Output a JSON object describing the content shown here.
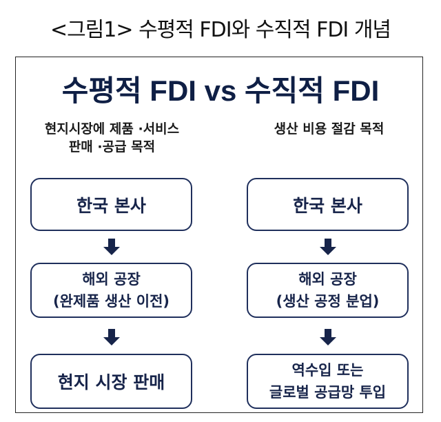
{
  "caption": "<그림1> 수평적 FDI와 수직적 FDI 개념",
  "title": "수평적 FDI vs 수직적 FDI",
  "horizontal": {
    "purpose_line1": "현지시장에 제품 ·서비스",
    "purpose_line2": "판매 ·공급 목적",
    "step1": "한국 본사",
    "step2_line1": "해외 공장",
    "step2_line2": "(완제품 생산 이전)",
    "step3": "현지 시장 판매"
  },
  "vertical": {
    "purpose_line1": "생산 비용 절감 목적",
    "step1": "한국 본사",
    "step2_line1": "해외 공장",
    "step2_line2": "(생산 공정 분업)",
    "step3_line1": "역수입 또는",
    "step3_line2": "글로벌 공급망 투입"
  }
}
